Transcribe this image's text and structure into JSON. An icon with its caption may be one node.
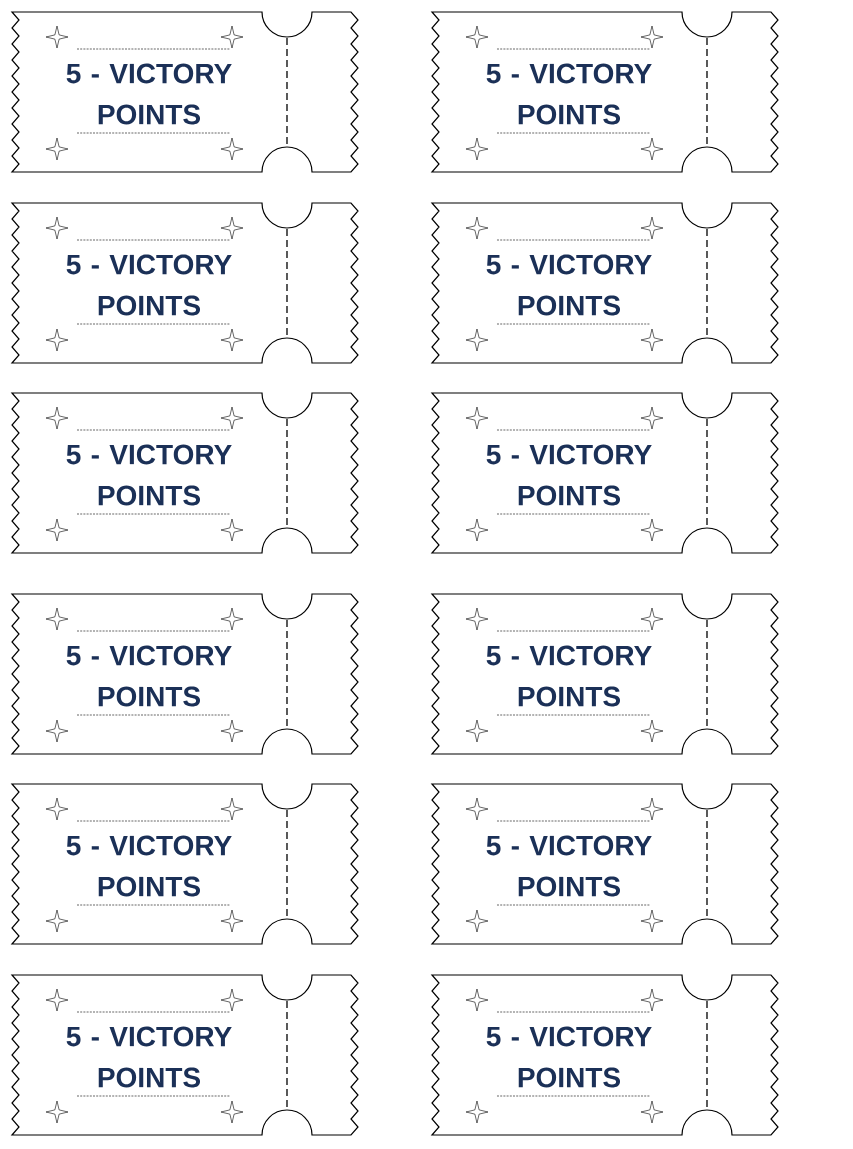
{
  "diagram": {
    "nodes": [
      {
        "text": [
          "5 - VICTORY POINTS"
        ]
      },
      {
        "text": [
          "5 - VICTORY POINTS"
        ]
      },
      {
        "text": [
          "5 - VICTORY POINTS"
        ]
      },
      {
        "text": [
          "5 - VICTORY POINTS"
        ]
      },
      {
        "text": [
          "5 - VICTORY POINTS"
        ]
      },
      {
        "text": [
          "5 - VICTORY POINTS"
        ]
      },
      {
        "text": [
          "5 - VICTORY POINTS"
        ]
      },
      {
        "text": [
          "5 - VICTORY POINTS"
        ]
      },
      {
        "text": [
          "5 - VICTORY POINTS"
        ]
      },
      {
        "text": [
          "5 - VICTORY POINTS"
        ]
      },
      {
        "text": [
          "5 - VICTORY POINTS"
        ]
      },
      {
        "text": [
          "5 - VICTORY POINTS"
        ]
      }
    ]
  }
}
